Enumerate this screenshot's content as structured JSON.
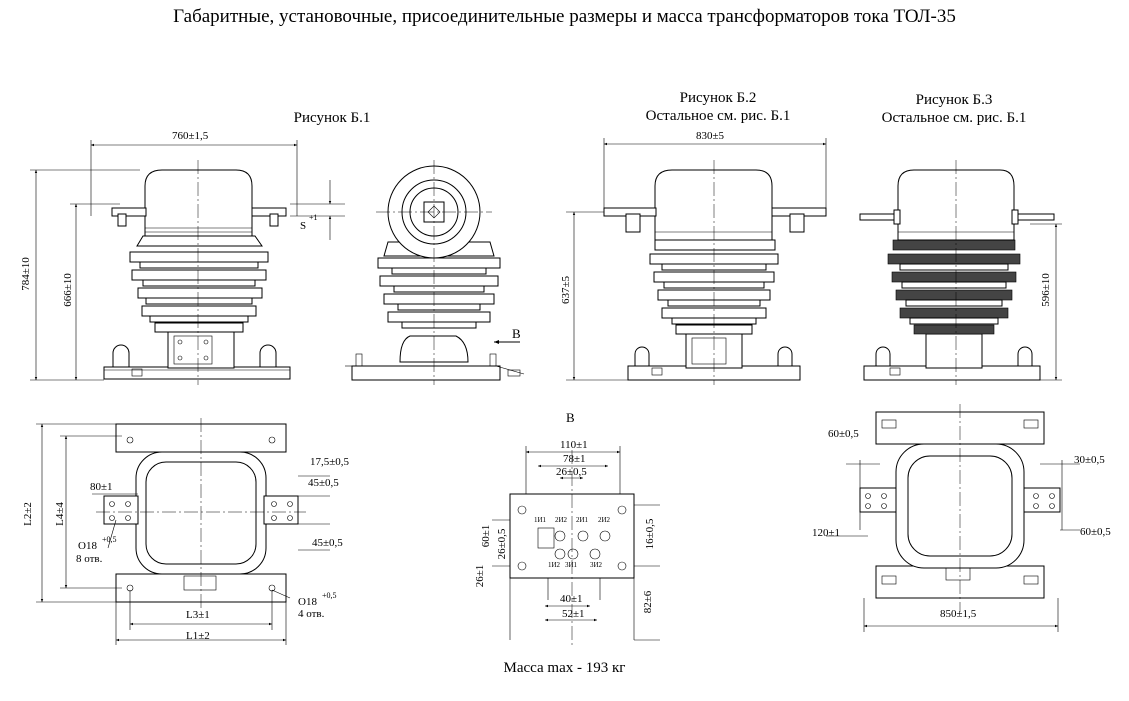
{
  "title": "Габаритные, установочные, присоединительные размеры и масса трансформаторов тока ТОЛ-35",
  "figures": {
    "b1": {
      "caption": "Рисунок Б.1"
    },
    "b2": {
      "caption": "Рисунок Б.2",
      "note": "Остальное см. рис. Б.1"
    },
    "b3": {
      "caption": "Рисунок Б.3",
      "note": "Остальное см. рис. Б.1"
    }
  },
  "dimensions": {
    "b1_width": "760±1,5",
    "b1_s": "S",
    "b1_s_tol": "+1",
    "b1_h784": "784±10",
    "b1_h666": "666±10",
    "view_b_arrow": "B",
    "b2_width": "830±5",
    "b2_h637": "637±5",
    "b3_h596": "596±10",
    "plan_l2": "L2±2",
    "plan_l4": "L4±4",
    "plan_80": "80±1",
    "plan_o18": "O18",
    "plan_o18_tol": "+0,5",
    "plan_8holes": "8 отв.",
    "plan_175": "17,5±0,5",
    "plan_45a": "45±0,5",
    "plan_45b": "45±0,5",
    "plan_o18b": "O18",
    "plan_o18b_tol": "+0,5",
    "plan_4holes": "4 отв.",
    "plan_l3": "L3±1",
    "plan_l1": "L1±2",
    "vb_title": "В",
    "vb_110": "110±1",
    "vb_78": "78±1",
    "vb_26t": "26±0,5",
    "vb_60": "60±1",
    "vb_2605": "26±0,5",
    "vb_26b": "26±1",
    "vb_16": "16±0,5",
    "vb_82": "82±6",
    "vb_40": "40±1",
    "vb_52": "52±1",
    "b3p_60a": "60±0,5",
    "b3p_30": "30±0,5",
    "b3p_120": "120±1",
    "b3p_60b": "60±0,5",
    "b3p_850": "850±1,5"
  },
  "terminals": {
    "t1": "1И1",
    "t2": "2И2",
    "t3": "2И1",
    "t4": "2И2",
    "t5": "1И2",
    "t6": "3И1",
    "t7": "3И2"
  },
  "mass": "Масса max - 193 кг"
}
